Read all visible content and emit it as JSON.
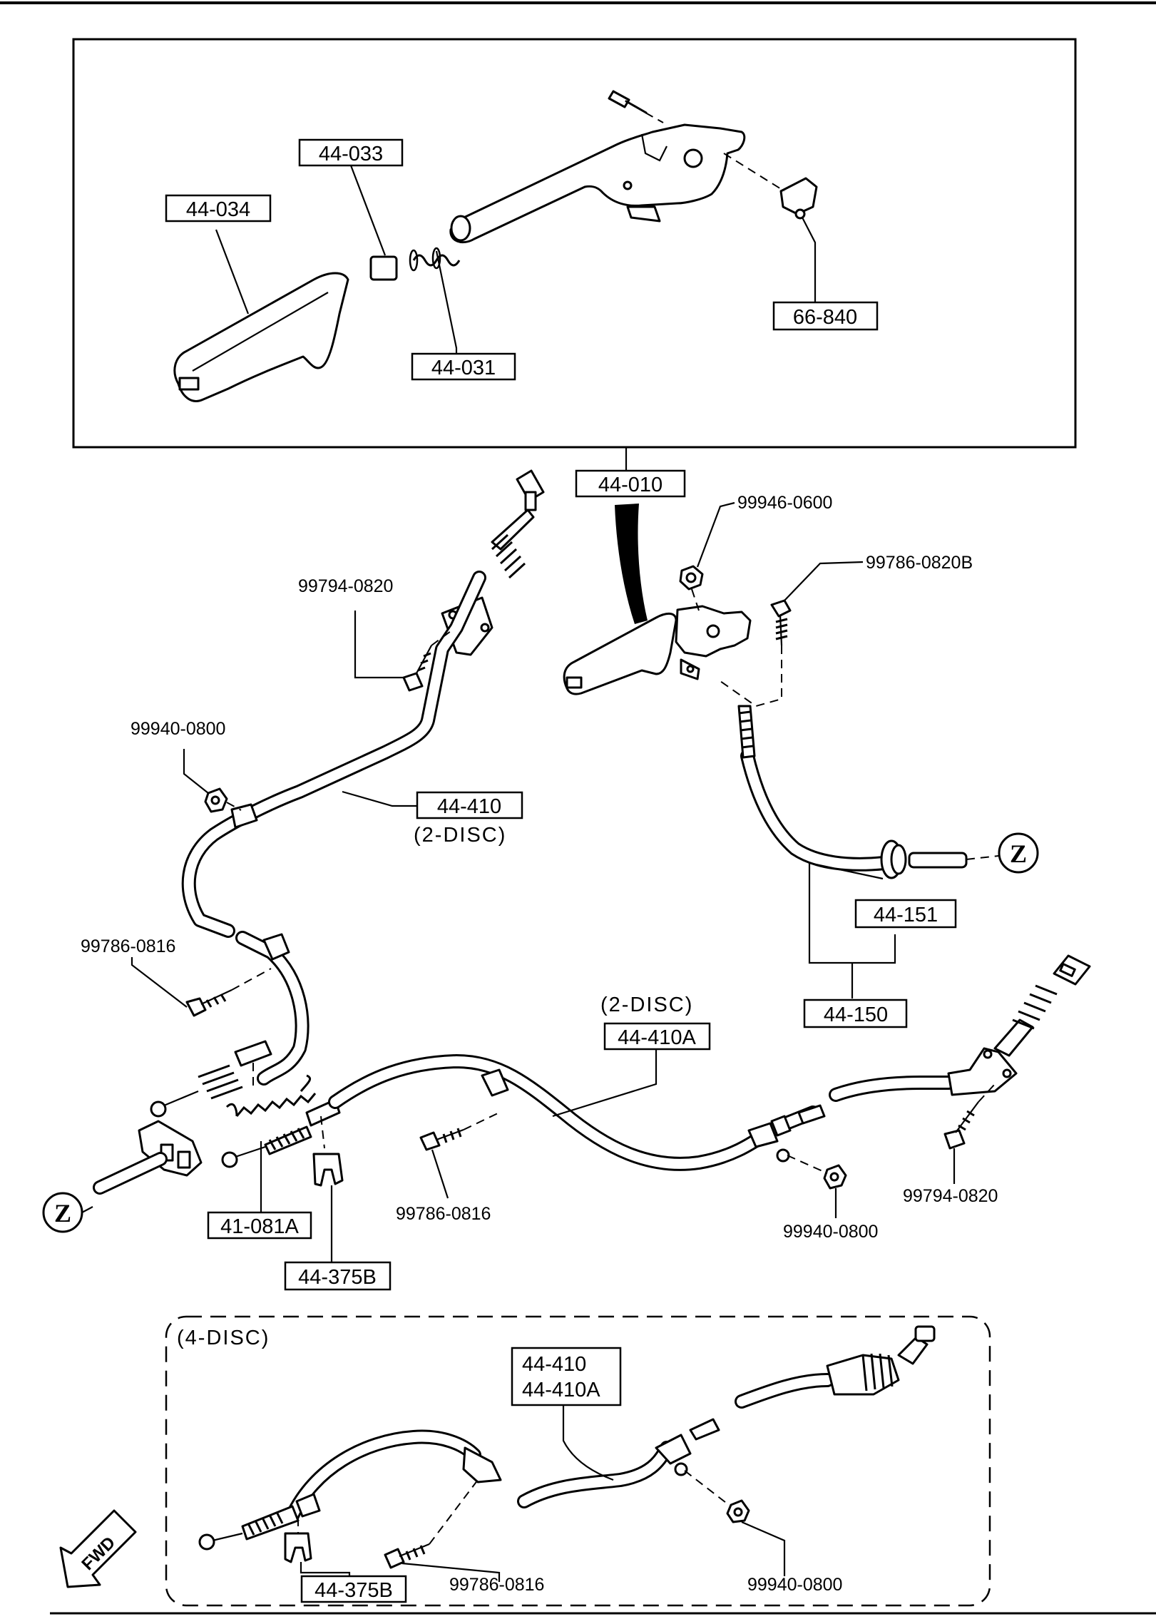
{
  "labels": {
    "p44_033": "44-033",
    "p44_034": "44-034",
    "p44_031": "44-031",
    "p66_840": "66-840",
    "p44_010": "44-010",
    "p99946_0600": "99946-0600",
    "p99786_0820B": "99786-0820B",
    "p99794_0820_top": "99794-0820",
    "p99940_0800_left": "99940-0800",
    "p44_410": "44-410",
    "p2disc_a": "(2-DISC)",
    "p44_151": "44-151",
    "p44_150": "44-150",
    "p99786_0816_left": "99786-0816",
    "p2disc_b": "(2-DISC)",
    "p44_410A": "44-410A",
    "p41_081A": "41-081A",
    "p44_375B": "44-375B",
    "p99786_0816_mid": "99786-0816",
    "p99940_0800_mid": "99940-0800",
    "p99794_0820_right": "99794-0820",
    "z_right": "Z",
    "z_left": "Z",
    "p4disc": "(4-DISC)",
    "p4_44_410": "44-410",
    "p4_44_410A": "44-410A",
    "p4_99786_0816": "99786-0816",
    "p4_99940_0800": "99940-0800",
    "p4_44_375B": "44-375B",
    "fwd": "FWD"
  }
}
